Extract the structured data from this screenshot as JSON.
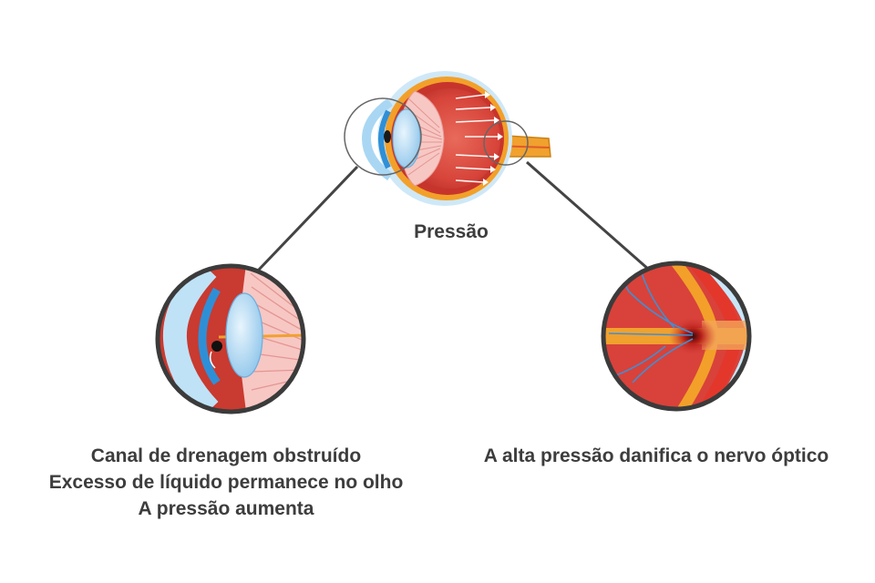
{
  "center": {
    "label": "Pressão"
  },
  "left_caption": {
    "line1": "Canal de drenagem obstruído",
    "line2": "Excesso de líquido permanece no olho",
    "line3": "A pressão aumenta"
  },
  "right_caption": {
    "line1": "A alta pressão danifica o nervo óptico"
  },
  "colors": {
    "sclera_red": "#d8423a",
    "choroid_orange": "#f2a02a",
    "retina_pink": "#f7c7c4",
    "iris_blue": "#2f8fd6",
    "lens_blue": "#b9def5",
    "cornea_blue": "#c8e6f8",
    "ring_dark": "#3b3b3b",
    "connector_line": "#444444",
    "text": "#3d3d3d"
  }
}
